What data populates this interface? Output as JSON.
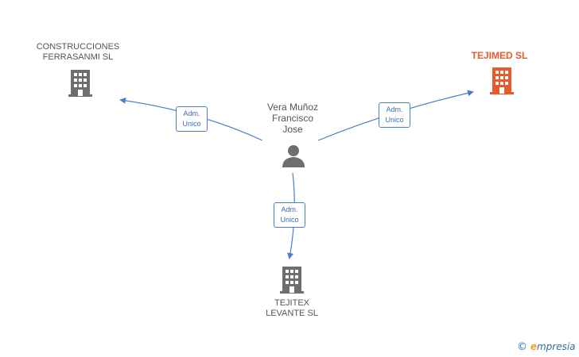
{
  "nodes": {
    "person": {
      "name": "Vera Muñoz Francisco Jose",
      "lines": [
        "Vera Muñoz",
        "Francisco",
        "Jose"
      ],
      "icon": "person-icon"
    },
    "construcciones": {
      "lines": [
        "CONSTRUCCIONES",
        "FERRASANMI SL"
      ],
      "icon": "building-icon"
    },
    "tejimed": {
      "lines": [
        "TEJIMED SL"
      ],
      "icon": "building-icon",
      "highlight_color": "#e8592c"
    },
    "tejitex": {
      "lines": [
        "TEJITEX",
        "LEVANTE SL"
      ],
      "icon": "building-icon"
    }
  },
  "edges": [
    {
      "from": "person",
      "to": "construcciones",
      "label": [
        "Adm.",
        "Unico"
      ]
    },
    {
      "from": "person",
      "to": "tejimed",
      "label": [
        "Adm.",
        "Unico"
      ]
    },
    {
      "from": "person",
      "to": "tejitex",
      "label": [
        "Adm.",
        "Unico"
      ]
    }
  ],
  "colors": {
    "edge": "#4a7fc8",
    "building": "#6e6e6e",
    "highlight": "#e8592c",
    "text": "#555555"
  },
  "brand": {
    "copyright": "©",
    "initial": "e",
    "rest": "mpresia"
  }
}
